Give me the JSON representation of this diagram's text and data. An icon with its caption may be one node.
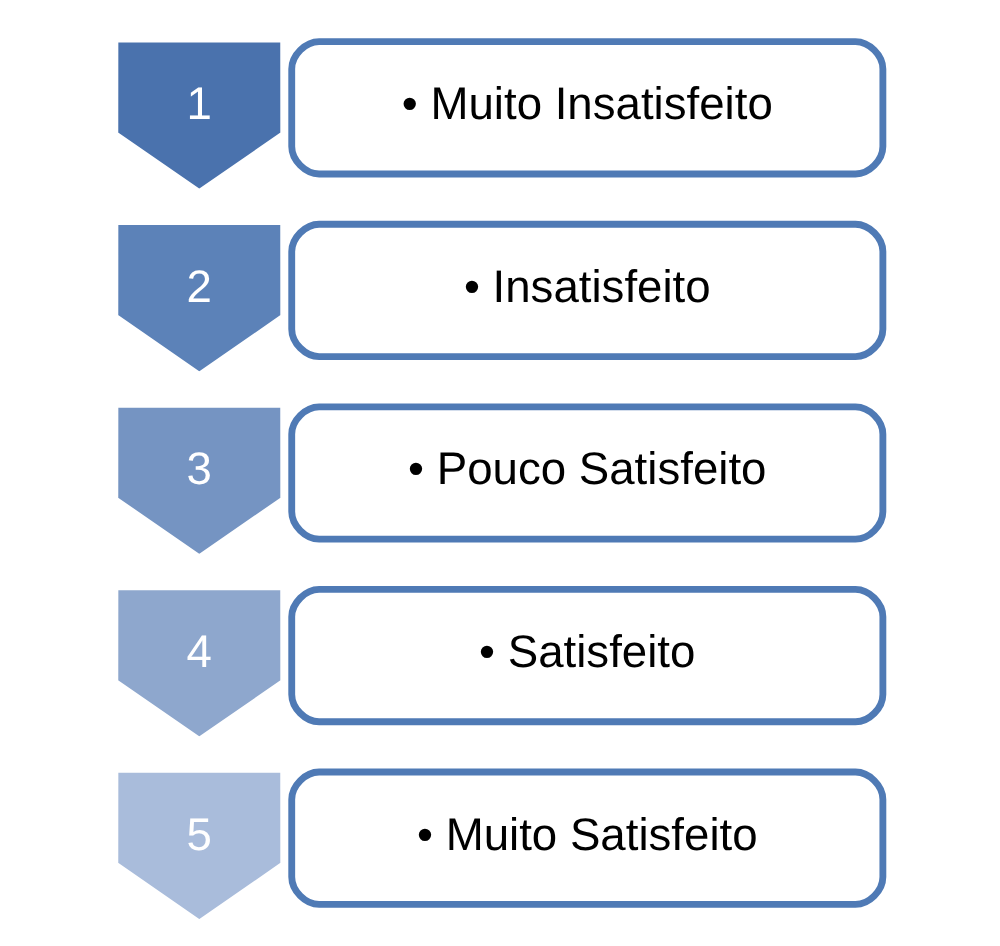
{
  "diagram": {
    "nodes": [
      {
        "text": [
          "1"
        ]
      },
      {
        "text": [
          "• Muito Insatisfeito"
        ]
      },
      {
        "text": [
          "2"
        ]
      },
      {
        "text": [
          "• Insatisfeito"
        ]
      },
      {
        "text": [
          "3"
        ]
      },
      {
        "text": [
          "• Pouco Satisfeito"
        ]
      },
      {
        "text": [
          "4"
        ]
      },
      {
        "text": [
          "• Satisfeito"
        ]
      },
      {
        "text": [
          "5"
        ]
      },
      {
        "text": [
          "• Muito Satisfeito"
        ]
      }
    ]
  }
}
